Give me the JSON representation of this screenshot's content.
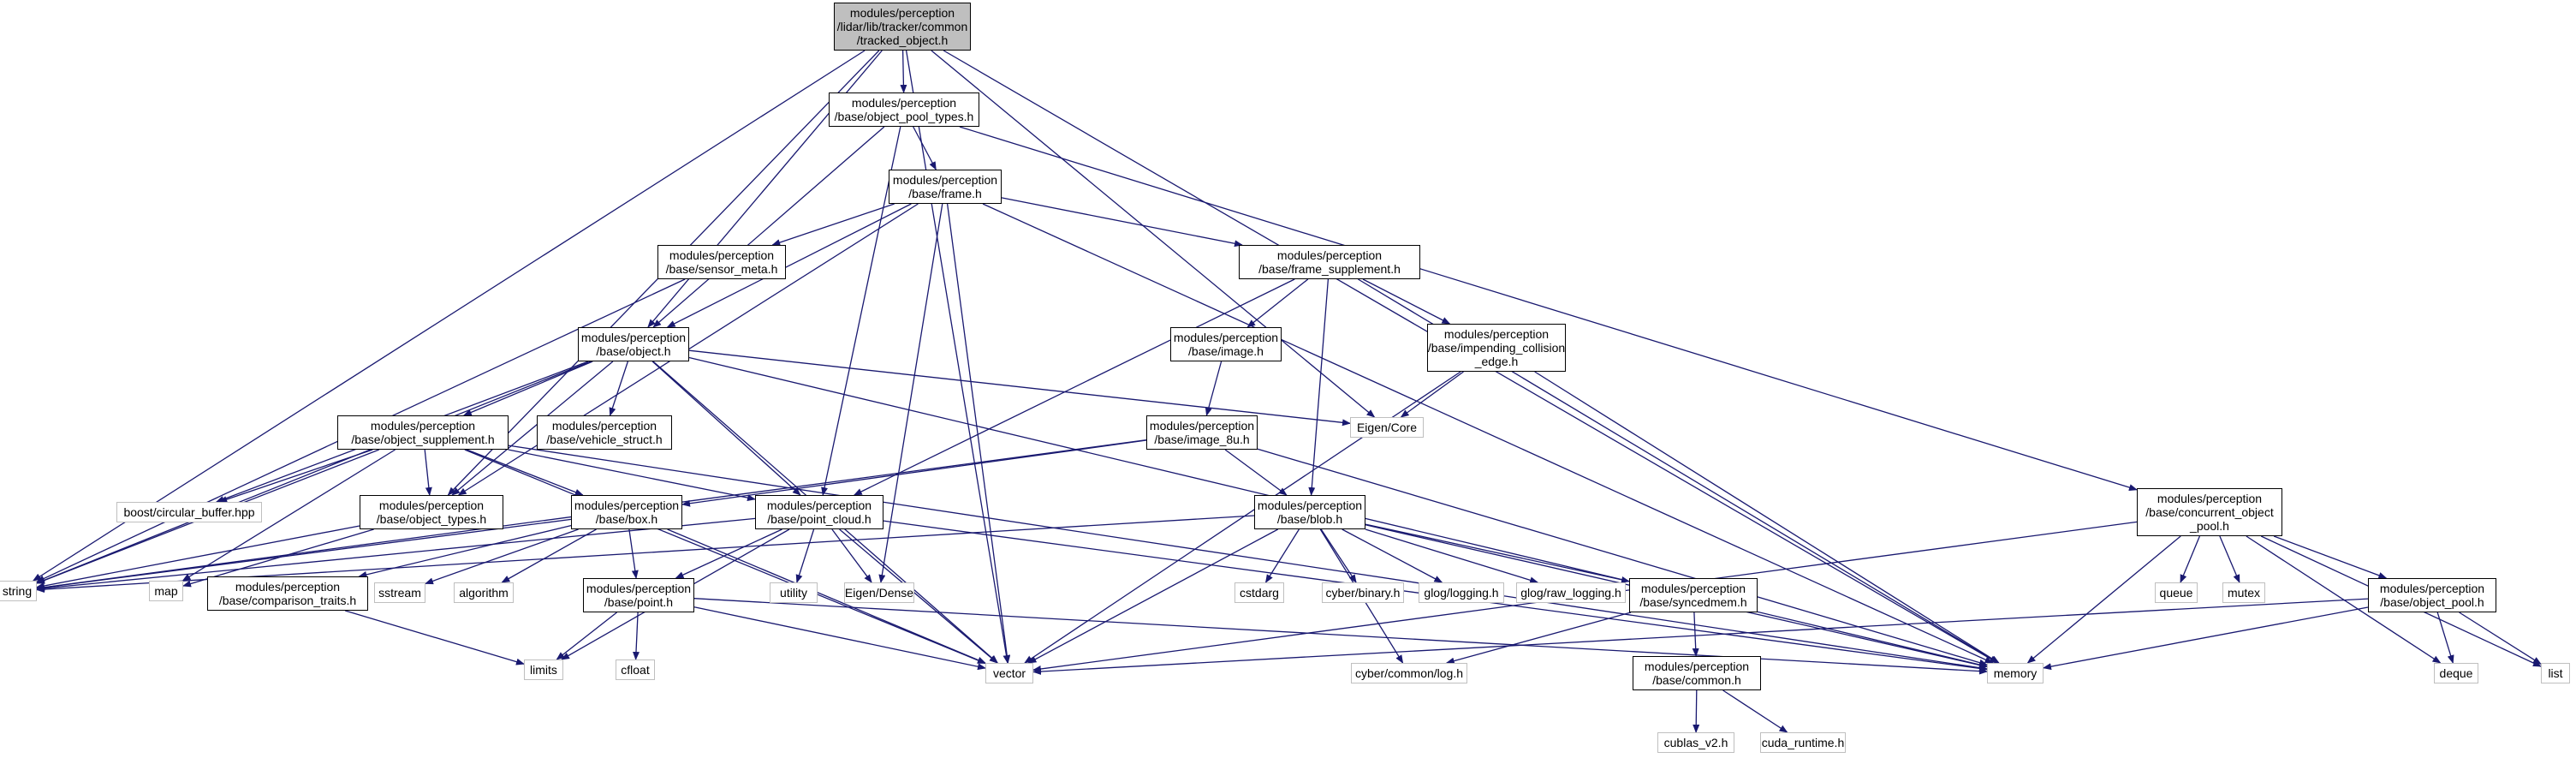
{
  "colors": {
    "edge": "#191970",
    "node_border": "#000000",
    "root_fill": "#bfbfbf",
    "external_border": "#bfbfbf"
  },
  "nodes": [
    {
      "id": "root",
      "lines": [
        "modules/perception",
        "/lidar/lib/tracker/common",
        "/tracked_object.h"
      ],
      "kind": "root"
    },
    {
      "id": "object_pool_types",
      "lines": [
        "modules/perception",
        "/base/object_pool_types.h"
      ],
      "kind": "file"
    },
    {
      "id": "frame",
      "lines": [
        "modules/perception",
        "/base/frame.h"
      ],
      "kind": "file"
    },
    {
      "id": "sensor_meta",
      "lines": [
        "modules/perception",
        "/base/sensor_meta.h"
      ],
      "kind": "file"
    },
    {
      "id": "frame_supplement",
      "lines": [
        "modules/perception",
        "/base/frame_supplement.h"
      ],
      "kind": "file"
    },
    {
      "id": "object",
      "lines": [
        "modules/perception",
        "/base/object.h"
      ],
      "kind": "file"
    },
    {
      "id": "image",
      "lines": [
        "modules/perception",
        "/base/image.h"
      ],
      "kind": "file"
    },
    {
      "id": "impending",
      "lines": [
        "modules/perception",
        "/base/impending_collision",
        "_edge.h"
      ],
      "kind": "file"
    },
    {
      "id": "object_supplement",
      "lines": [
        "modules/perception",
        "/base/object_supplement.h"
      ],
      "kind": "file"
    },
    {
      "id": "vehicle_struct",
      "lines": [
        "modules/perception",
        "/base/vehicle_struct.h"
      ],
      "kind": "file"
    },
    {
      "id": "image_8u",
      "lines": [
        "modules/perception",
        "/base/image_8u.h"
      ],
      "kind": "file"
    },
    {
      "id": "eigen_core",
      "lines": [
        "Eigen/Core"
      ],
      "kind": "ext"
    },
    {
      "id": "boost_cb",
      "lines": [
        "boost/circular_buffer.hpp"
      ],
      "kind": "ext"
    },
    {
      "id": "object_types",
      "lines": [
        "modules/perception",
        "/base/object_types.h"
      ],
      "kind": "file"
    },
    {
      "id": "box",
      "lines": [
        "modules/perception",
        "/base/box.h"
      ],
      "kind": "file"
    },
    {
      "id": "point_cloud",
      "lines": [
        "modules/perception",
        "/base/point_cloud.h"
      ],
      "kind": "file"
    },
    {
      "id": "blob",
      "lines": [
        "modules/perception",
        "/base/blob.h"
      ],
      "kind": "file"
    },
    {
      "id": "concurrent",
      "lines": [
        "modules/perception",
        "/base/concurrent_object",
        "_pool.h"
      ],
      "kind": "file"
    },
    {
      "id": "string",
      "lines": [
        "string"
      ],
      "kind": "ext"
    },
    {
      "id": "map",
      "lines": [
        "map"
      ],
      "kind": "ext"
    },
    {
      "id": "comparison",
      "lines": [
        "modules/perception",
        "/base/comparison_traits.h"
      ],
      "kind": "file"
    },
    {
      "id": "sstream",
      "lines": [
        "sstream"
      ],
      "kind": "ext"
    },
    {
      "id": "algorithm",
      "lines": [
        "algorithm"
      ],
      "kind": "ext"
    },
    {
      "id": "point",
      "lines": [
        "modules/perception",
        "/base/point.h"
      ],
      "kind": "file"
    },
    {
      "id": "utility",
      "lines": [
        "utility"
      ],
      "kind": "ext"
    },
    {
      "id": "eigen_dense",
      "lines": [
        "Eigen/Dense"
      ],
      "kind": "ext"
    },
    {
      "id": "cstdarg",
      "lines": [
        "cstdarg"
      ],
      "kind": "ext"
    },
    {
      "id": "cyber_binary",
      "lines": [
        "cyber/binary.h"
      ],
      "kind": "ext"
    },
    {
      "id": "glog_logging",
      "lines": [
        "glog/logging.h"
      ],
      "kind": "ext"
    },
    {
      "id": "glog_raw",
      "lines": [
        "glog/raw_logging.h"
      ],
      "kind": "ext"
    },
    {
      "id": "syncedmem",
      "lines": [
        "modules/perception",
        "/base/syncedmem.h"
      ],
      "kind": "file"
    },
    {
      "id": "queue",
      "lines": [
        "queue"
      ],
      "kind": "ext"
    },
    {
      "id": "mutex",
      "lines": [
        "mutex"
      ],
      "kind": "ext"
    },
    {
      "id": "object_pool",
      "lines": [
        "modules/perception",
        "/base/object_pool.h"
      ],
      "kind": "file"
    },
    {
      "id": "limits",
      "lines": [
        "limits"
      ],
      "kind": "ext"
    },
    {
      "id": "cfloat",
      "lines": [
        "cfloat"
      ],
      "kind": "ext"
    },
    {
      "id": "vector",
      "lines": [
        "vector"
      ],
      "kind": "ext"
    },
    {
      "id": "cyber_log",
      "lines": [
        "cyber/common/log.h"
      ],
      "kind": "ext"
    },
    {
      "id": "memory",
      "lines": [
        "memory"
      ],
      "kind": "ext"
    },
    {
      "id": "deque",
      "lines": [
        "deque"
      ],
      "kind": "ext"
    },
    {
      "id": "list",
      "lines": [
        "list"
      ],
      "kind": "ext"
    },
    {
      "id": "common",
      "lines": [
        "modules/perception",
        "/base/common.h"
      ],
      "kind": "file"
    },
    {
      "id": "cublas",
      "lines": [
        "cublas_v2.h"
      ],
      "kind": "ext"
    },
    {
      "id": "cuda_runtime",
      "lines": [
        "cuda_runtime.h"
      ],
      "kind": "ext"
    }
  ],
  "edges": [
    [
      "root",
      "object_pool_types"
    ],
    [
      "root",
      "object"
    ],
    [
      "root",
      "object_types"
    ],
    [
      "root",
      "string"
    ],
    [
      "root",
      "eigen_core"
    ],
    [
      "root",
      "vector"
    ],
    [
      "root",
      "memory"
    ],
    [
      "object_pool_types",
      "frame"
    ],
    [
      "object_pool_types",
      "object"
    ],
    [
      "object_pool_types",
      "point_cloud"
    ],
    [
      "object_pool_types",
      "concurrent"
    ],
    [
      "frame",
      "sensor_meta"
    ],
    [
      "frame",
      "frame_supplement"
    ],
    [
      "frame",
      "object"
    ],
    [
      "frame",
      "object_types"
    ],
    [
      "frame",
      "eigen_dense"
    ],
    [
      "frame",
      "vector"
    ],
    [
      "frame",
      "memory"
    ],
    [
      "sensor_meta",
      "string"
    ],
    [
      "frame_supplement",
      "image"
    ],
    [
      "frame_supplement",
      "impending"
    ],
    [
      "frame_supplement",
      "point_cloud"
    ],
    [
      "frame_supplement",
      "blob"
    ],
    [
      "frame_supplement",
      "memory"
    ],
    [
      "object",
      "object_supplement"
    ],
    [
      "object",
      "vehicle_struct"
    ],
    [
      "object",
      "object_types"
    ],
    [
      "object",
      "point_cloud"
    ],
    [
      "object",
      "eigen_core"
    ],
    [
      "object",
      "boost_cb"
    ],
    [
      "object",
      "string"
    ],
    [
      "object",
      "vector"
    ],
    [
      "object",
      "memory"
    ],
    [
      "image",
      "image_8u"
    ],
    [
      "impending",
      "eigen_core"
    ],
    [
      "impending",
      "vector"
    ],
    [
      "impending",
      "memory"
    ],
    [
      "image_8u",
      "blob"
    ],
    [
      "image_8u",
      "box"
    ],
    [
      "image_8u",
      "string"
    ],
    [
      "image_8u",
      "memory"
    ],
    [
      "object_supplement",
      "object_types"
    ],
    [
      "object_supplement",
      "box"
    ],
    [
      "object_supplement",
      "point_cloud"
    ],
    [
      "object_supplement",
      "boost_cb"
    ],
    [
      "object_supplement",
      "string"
    ],
    [
      "object_supplement",
      "map"
    ],
    [
      "object_supplement",
      "vector"
    ],
    [
      "object_supplement",
      "memory"
    ],
    [
      "object_types",
      "string"
    ],
    [
      "object_types",
      "map"
    ],
    [
      "box",
      "point"
    ],
    [
      "box",
      "comparison"
    ],
    [
      "box",
      "sstream"
    ],
    [
      "box",
      "algorithm"
    ],
    [
      "box",
      "string"
    ],
    [
      "box",
      "vector"
    ],
    [
      "point_cloud",
      "point"
    ],
    [
      "point_cloud",
      "utility"
    ],
    [
      "point_cloud",
      "eigen_dense"
    ],
    [
      "point_cloud",
      "vector"
    ],
    [
      "point_cloud",
      "limits"
    ],
    [
      "point_cloud",
      "string"
    ],
    [
      "point_cloud",
      "memory"
    ],
    [
      "blob",
      "syncedmem"
    ],
    [
      "blob",
      "cstdarg"
    ],
    [
      "blob",
      "cyber_binary"
    ],
    [
      "blob",
      "glog_logging"
    ],
    [
      "blob",
      "glog_raw"
    ],
    [
      "blob",
      "cyber_log"
    ],
    [
      "blob",
      "vector"
    ],
    [
      "blob",
      "memory"
    ],
    [
      "blob",
      "string"
    ],
    [
      "comparison",
      "limits"
    ],
    [
      "point",
      "limits"
    ],
    [
      "point",
      "cfloat"
    ],
    [
      "point",
      "vector"
    ],
    [
      "point",
      "memory"
    ],
    [
      "syncedmem",
      "common"
    ],
    [
      "syncedmem",
      "cyber_log"
    ],
    [
      "common",
      "cublas"
    ],
    [
      "common",
      "cuda_runtime"
    ],
    [
      "concurrent",
      "object_pool"
    ],
    [
      "concurrent",
      "queue"
    ],
    [
      "concurrent",
      "mutex"
    ],
    [
      "concurrent",
      "memory"
    ],
    [
      "concurrent",
      "vector"
    ],
    [
      "concurrent",
      "deque"
    ],
    [
      "concurrent",
      "list"
    ],
    [
      "object_pool",
      "vector"
    ],
    [
      "object_pool",
      "memory"
    ],
    [
      "object_pool",
      "deque"
    ],
    [
      "object_pool",
      "list"
    ]
  ]
}
